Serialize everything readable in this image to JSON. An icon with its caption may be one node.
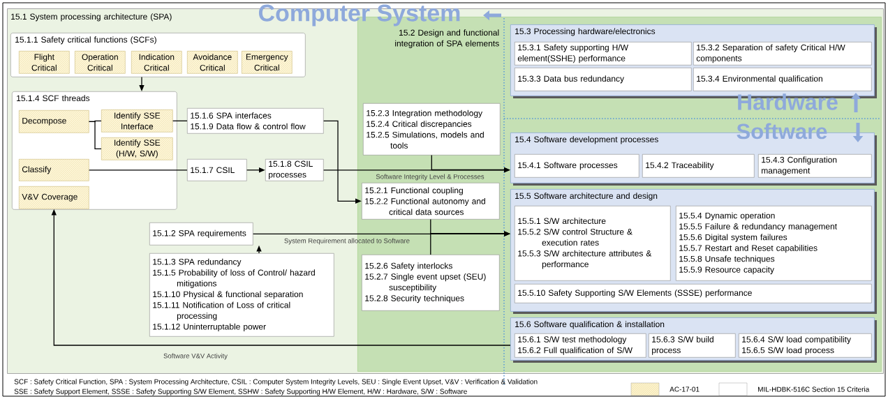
{
  "diagram": {
    "nodes": [
      {
        "text": [
          "15.1 System processing architecture (SPA)"
        ]
      },
      {
        "text": [
          "15.1.1 Safety critical functions (SCFs)"
        ],
        "in": 0
      },
      {
        "text": [
          "Flight Critical"
        ],
        "in": 1
      },
      {
        "text": [
          "Operation Critical"
        ],
        "in": 1
      },
      {
        "text": [
          "Indication Critical"
        ],
        "in": 1
      },
      {
        "text": [
          "Avoidance Critical"
        ],
        "in": 1
      },
      {
        "text": [
          "Emergency Critical"
        ],
        "in": 1
      },
      {
        "text": [
          "15.1.4 SCF threads"
        ],
        "in": 0
      },
      {
        "text": [
          "Decompose"
        ],
        "in": 7
      },
      {
        "text": [
          "Identify SSE Interface"
        ],
        "in": 7
      },
      {
        "text": [
          "Identify SSE (H/W, S/W)"
        ],
        "in": 7
      },
      {
        "text": [
          "Classify"
        ],
        "in": 7
      },
      {
        "text": [
          "V&V Coverage"
        ],
        "in": 7
      },
      {
        "text": [
          "15.1.6 SPA interfaces",
          "15.1.9 Data flow & control flow"
        ],
        "in": 0
      },
      {
        "text": [
          "15.1.7 CSIL"
        ],
        "in": 0
      },
      {
        "text": [
          "15.1.8 CSIL processes"
        ],
        "in": 0
      },
      {
        "text": [
          "15.1.2 SPA requirements"
        ],
        "in": 0
      },
      {
        "text": [
          "15.1.3 SPA redundancy",
          "15.1.5 Probability of loss of Control/ hazard mitigations",
          "15.1.10 Physical & functional separation",
          "15.1.11 Notification of Loss of critical processing",
          "15.1.12 Uninterruptable power"
        ],
        "in": 0
      },
      {
        "text": [
          "15.2 Design and functional integration of SPA elements"
        ],
        "in": 0
      },
      {
        "text": [
          "15.2.3 Integration methodology",
          "15.2.4 Critical discrepancies",
          "15.2.5 Simulations, models and tools"
        ],
        "in": 18
      },
      {
        "text": [
          "15.2.1 Functional coupling",
          "15.2.2 Functional autonomy and critical data sources"
        ],
        "in": 18
      },
      {
        "text": [
          "15.2.6 Safety interlocks",
          "15.2.7 Single event upset (SEU) susceptibility",
          "15.2.8 Security techniques"
        ],
        "in": 18
      },
      {
        "text": [
          "15.3 Processing hardware/electronics"
        ],
        "in": 18
      },
      {
        "text": [
          "15.3.1 Safety supporting H/W element(SSHE) performance"
        ],
        "in": 22
      },
      {
        "text": [
          "15.3.2 Separation of safety Critical H/W components"
        ],
        "in": 22
      },
      {
        "text": [
          "15.3.3 Data bus redundancy"
        ],
        "in": 22
      },
      {
        "text": [
          "15.3.4 Environmental qualification"
        ],
        "in": 22
      },
      {
        "text": [
          "15.4 Software development processes"
        ],
        "in": 18
      },
      {
        "text": [
          "15.4.1 Software processes"
        ],
        "in": 27
      },
      {
        "text": [
          "15.4.2 Traceability"
        ],
        "in": 27
      },
      {
        "text": [
          "15.4.3 Configuration management"
        ],
        "in": 27
      },
      {
        "text": [
          "15.5 Software architecture and design"
        ],
        "in": 18
      },
      {
        "text": [
          "15.5.1 S/W architecture",
          "15.5.2 S/W control Structure & execution rates",
          "15.5.3 S/W architecture attributes & performance"
        ],
        "in": 31
      },
      {
        "text": [
          "15.5.4 Dynamic operation",
          "15.5.5 Failure & redundancy management",
          "15.5.6 Digital system failures",
          "15.5.7 Restart and Reset capabilities",
          "15.5.8 Unsafe techniques",
          "15.5.9 Resource capacity"
        ],
        "in": 31
      },
      {
        "text": [
          "15.5.10 Safety Supporting S/W Elements (SSSE) performance"
        ],
        "in": 31
      },
      {
        "text": [
          "15.6 Software qualification & installation"
        ],
        "in": 18
      },
      {
        "text": [
          "15.6.1 S/W test methodology",
          "15.6.2 Full qualification of S/W"
        ],
        "in": 35
      },
      {
        "text": [
          "15.6.3 S/W build process"
        ],
        "in": 35
      },
      {
        "text": [
          "15.6.4 S/W load compatibility",
          "15.6.5 S/W load process"
        ],
        "in": 35
      }
    ],
    "edges": [
      {
        "from": 1,
        "to": 7,
        "arrow": "to"
      },
      {
        "from": 8,
        "to": 9,
        "arrow": "none"
      },
      {
        "from": 8,
        "to": 10,
        "arrow": "none"
      },
      {
        "from": 9,
        "to": 13,
        "arrow": "none"
      },
      {
        "from": 11,
        "to": 14,
        "arrow": "none"
      },
      {
        "from": 14,
        "to": 15,
        "arrow": "to"
      },
      {
        "from": 13,
        "to": 20,
        "arrow": "to"
      },
      {
        "from": 15,
        "to": 27,
        "arrow": "to",
        "label": "Software Integrity Level & Processes"
      },
      {
        "from": 19,
        "to": 27,
        "arrow": "to"
      },
      {
        "from": 16,
        "to": 31,
        "arrow": "to",
        "label": "System Requirement allocated to Software"
      },
      {
        "from": 17,
        "to": 16,
        "arrow": "to"
      },
      {
        "from": 20,
        "to": 31,
        "arrow": "to"
      },
      {
        "from": 21,
        "to": 31,
        "arrow": "to"
      },
      {
        "from": 35,
        "to": 12,
        "arrow": "to",
        "label": "Software V&V Activity"
      }
    ],
    "labels": [
      "Computer System",
      "Hardware",
      "Software",
      "SCF : Safety Critical Function, SPA : System Processing Architecture, CSIL : Computer System Integrity Levels, SEU : Single Event Upset, V&V : Verification & Validation",
      "SSE : Safety Support Element, SSSE : Safety Supporting S/W Element, SSHW : Safety Supporting H/W Element, H/W : Hardware, S/W : Software"
    ],
    "legend": [
      {
        "text": "AC-17-01",
        "color": "#fcf3cd"
      },
      {
        "text": "MIL-HDBK-516C Section 15 Criteria"
      }
    ]
  }
}
